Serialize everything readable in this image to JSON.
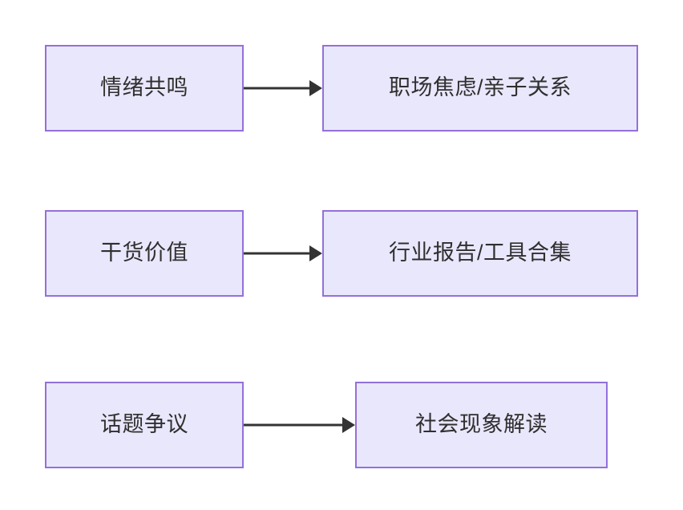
{
  "diagram": {
    "type": "flowchart",
    "direction": "left-to-right",
    "background_color": "#ffffff",
    "node_fill_color": "#e9e7fb",
    "node_border_color": "#9370db",
    "node_text_color": "#2f2f2f",
    "edge_color": "#333333",
    "rows": [
      {
        "source": {
          "label": "情绪共鸣"
        },
        "target": {
          "label": "职场焦虑/亲子关系"
        },
        "edge": {
          "arrowhead": "solid-triangle"
        }
      },
      {
        "source": {
          "label": "干货价值"
        },
        "target": {
          "label": "行业报告/工具合集"
        },
        "edge": {
          "arrowhead": "solid-triangle"
        }
      },
      {
        "source": {
          "label": "话题争议"
        },
        "target": {
          "label": "社会现象解读"
        },
        "edge": {
          "arrowhead": "solid-triangle"
        }
      }
    ]
  }
}
